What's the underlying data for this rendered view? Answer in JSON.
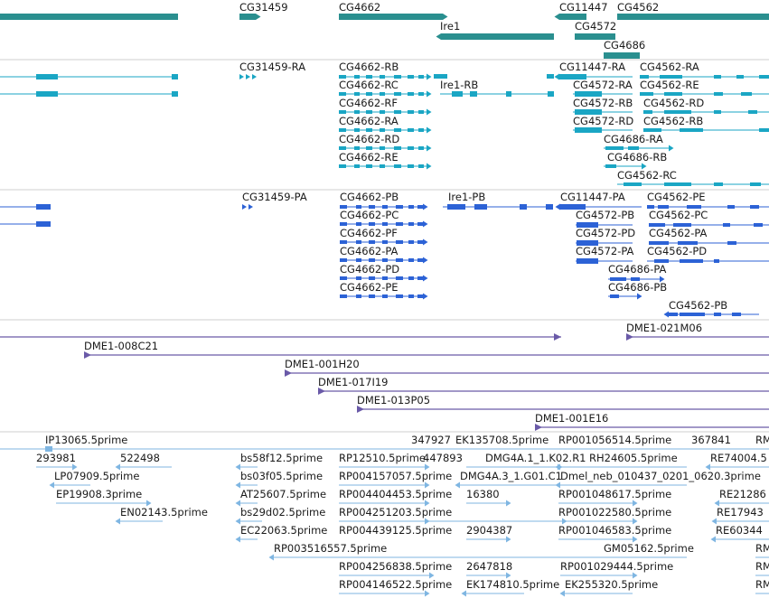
{
  "viewer": {
    "colors": {
      "gene": "#2a8f8f",
      "transcript": "#1aa6c4",
      "protein": "#2c62d6",
      "bac": "#6a5aa8",
      "est": "#7fb6e2",
      "divider": "#cfcfcf",
      "label": "#1a1a1a"
    },
    "tracks": {
      "genes": {
        "labels": [
          "CG31459",
          "CG4662",
          "Ire1",
          "CG11447",
          "CG4562",
          "CG4572",
          "CG4686"
        ]
      },
      "transcripts": {
        "labels": [
          "CG31459-RA",
          "CG4662-RB",
          "CG4662-RC",
          "Ire1-RB",
          "CG4662-RF",
          "CG4662-RA",
          "CG4662-RD",
          "CG4662-RE",
          "CG11447-RA",
          "CG4562-RA",
          "CG4572-RA",
          "CG4562-RE",
          "CG4572-RB",
          "CG4562-RD",
          "CG4572-RD",
          "CG4562-RB",
          "CG4686-RA",
          "CG4686-RB",
          "CG4562-RC"
        ]
      },
      "proteins": {
        "labels": [
          "CG31459-PA",
          "CG4662-PB",
          "Ire1-PB",
          "CG11447-PA",
          "CG4562-PE",
          "CG4662-PC",
          "CG4572-PB",
          "CG4562-PC",
          "CG4662-PF",
          "CG4572-PD",
          "CG4562-PA",
          "CG4662-PA",
          "CG4572-PA",
          "CG4562-PD",
          "CG4662-PD",
          "CG4686-PA",
          "CG4662-PE",
          "CG4686-PB",
          "CG4562-PB"
        ]
      },
      "bac": {
        "labels": [
          "DME1-021M06",
          "DME1-008C21",
          "DME1-001H20",
          "DME1-017I19",
          "DME1-013P05",
          "DME1-001E16"
        ]
      },
      "est": {
        "labels": [
          "IP13065.5prime",
          "347927",
          "EK135708.5prime",
          "RP001056514.5prime",
          "367841",
          "RM",
          "293981",
          "522498",
          "bs58f12.5prime",
          "RP12510.5prime",
          "447893",
          "DMG4A.1_1.K02.R1",
          "RH24605.5prime",
          "RE74004.5",
          "LP07909.5prime",
          "bs03f05.5prime",
          "RP004157057.5prime",
          "DMG4A.3_1.G01.C1",
          "Dmel_neb_010437_0201_0620.3prime",
          "EP19908.3prime",
          "AT25607.5prime",
          "RP004404453.5prime",
          "16380",
          "RP001048617.5prime",
          "RE21286",
          "EN02143.5prime",
          "bs29d02.5prime",
          "RP004251203.5prime",
          "RP001022580.5prime",
          "RE17943",
          "EC22063.5prime",
          "RP004439125.5prime",
          "2904387",
          "RP001046583.5prime",
          "RE60344",
          "RP003516557.5prime",
          "GM05162.5prime",
          "RM",
          "RP004256838.5prime",
          "2647818",
          "RP001029444.5prime",
          "RM",
          "RP004146522.5prime",
          "EK174810.5prime",
          "EK255320.5prime",
          "RM"
        ]
      }
    }
  }
}
